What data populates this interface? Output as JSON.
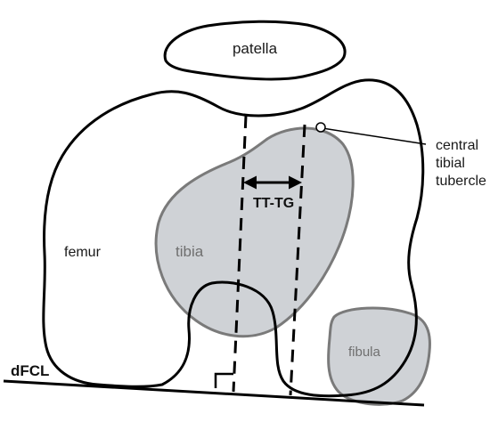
{
  "labels": {
    "patella": "patella",
    "femur": "femur",
    "tibia": "tibia",
    "fibula": "fibula",
    "dfcl": "dFCL",
    "tt_tg": "TT-TG",
    "central_tibial_tubercle": [
      "central",
      "tibial",
      "tubercle"
    ]
  },
  "colors": {
    "outline": "#000000",
    "bone_fill": "#cfd2d6",
    "bone_stroke": "#7a7a7a",
    "background": "#ffffff"
  }
}
